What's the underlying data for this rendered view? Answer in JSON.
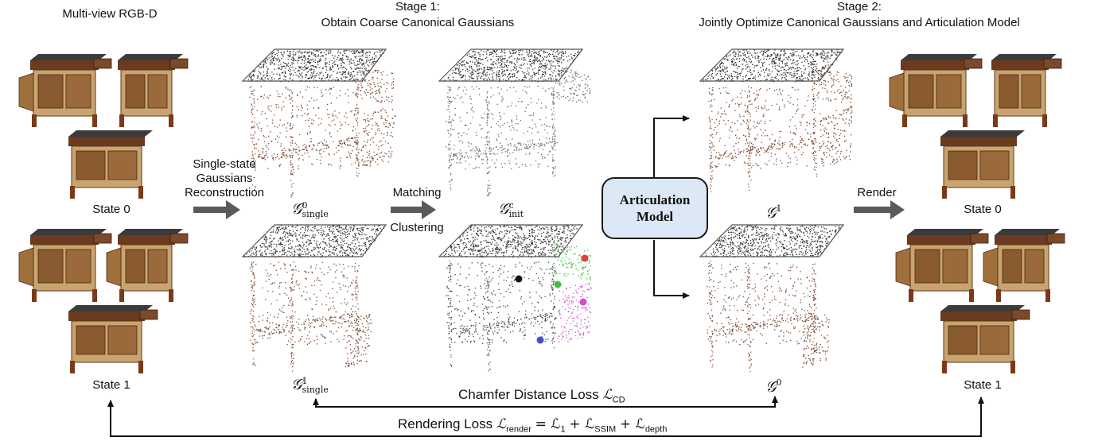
{
  "headers": {
    "multiview": "Multi-view RGB-D",
    "stage1_line1": "Stage 1:",
    "stage1_line2": "Obtain Coarse Canonical Gaussians",
    "stage2_line1": "Stage 2:",
    "stage2_line2": "Jointly Optimize Canonical Gaussians and Articulation Model"
  },
  "labels": {
    "state0_left": "State 0",
    "state1_left": "State 1",
    "state0_right": "State 0",
    "state1_right": "State 1",
    "single_state_1": "Single-state",
    "single_state_2": "Gaussians",
    "single_state_3": "Reconstruction",
    "matching": "Matching",
    "clustering": "Clustering",
    "render": "Render",
    "articulation_1": "Articulation",
    "articulation_2": "Model"
  },
  "math": {
    "g_single0": {
      "base": "𝒢",
      "sup": "0",
      "sub": "single"
    },
    "g_single1": {
      "base": "𝒢",
      "sup": "1",
      "sub": "single"
    },
    "g_init": {
      "base": "𝒢",
      "sup": "c",
      "sub": "init"
    },
    "g1": {
      "base": "𝒢",
      "sup": "1"
    },
    "g0": {
      "base": "𝒢",
      "sup": "0"
    }
  },
  "losses": {
    "chamfer_text": "Chamfer Distance Loss",
    "chamfer_symbol": "ℒ",
    "chamfer_sub": "CD",
    "render_text": "Rendering Loss",
    "render_formula_lhs": "ℒ",
    "render_formula_lhs_sub": "render",
    "render_formula_rhs": "= ℒ",
    "term1_sub": "1",
    "term2": "+ ℒ",
    "term2_sub": "SSIM",
    "term3": "+ ℒ",
    "term3_sub": "depth"
  },
  "colors": {
    "arrow_gray": "#5a5a5a",
    "box_fill": "#dde8f6",
    "wood_dark": "#6b3a1f",
    "wood_light": "#c9a46e",
    "cluster_red": "#e04040",
    "cluster_green": "#3fbf3f",
    "cluster_magenta": "#d050d0",
    "cluster_blue": "#4a4ad8",
    "cluster_black": "#111111"
  }
}
